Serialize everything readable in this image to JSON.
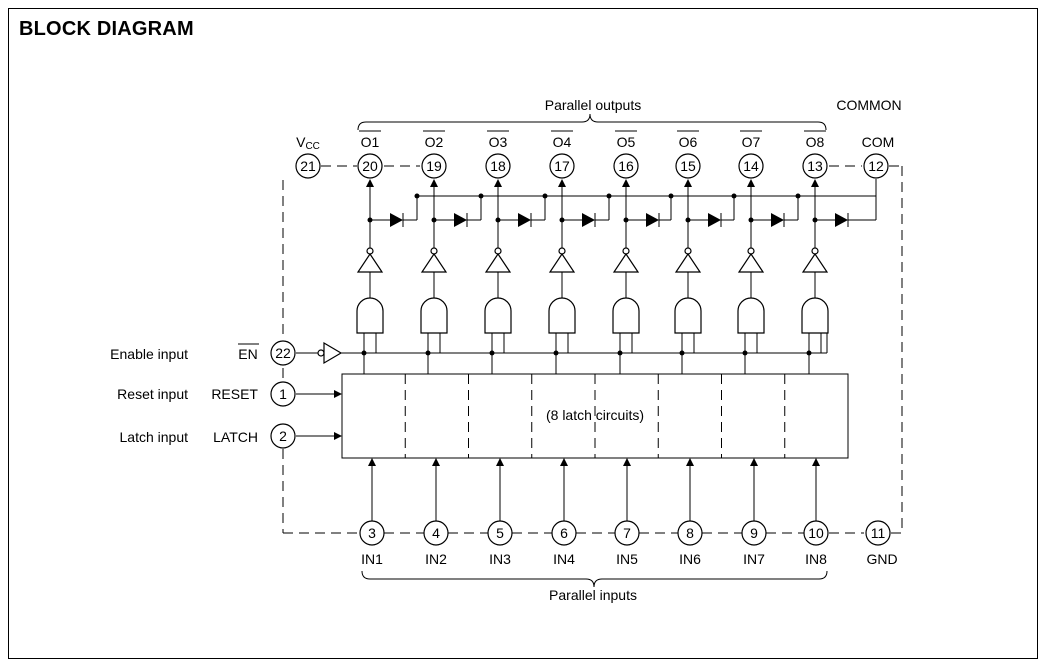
{
  "title": "BLOCK DIAGRAM",
  "group_labels": {
    "parallel_outputs": "Parallel outputs",
    "parallel_inputs": "Parallel inputs",
    "common": "COMMON",
    "latch_block": "(8 latch circuits)"
  },
  "control_inputs": [
    {
      "description": "Enable input",
      "signal": "EN",
      "pin": "22",
      "active_low": true
    },
    {
      "description": "Reset input",
      "signal": "RESET",
      "pin": "1",
      "active_low": false
    },
    {
      "description": "Latch input",
      "signal": "LATCH",
      "pin": "2",
      "active_low": false
    }
  ],
  "outputs": [
    {
      "label": "O1",
      "pin": "20"
    },
    {
      "label": "O2",
      "pin": "19"
    },
    {
      "label": "O3",
      "pin": "18"
    },
    {
      "label": "O4",
      "pin": "17"
    },
    {
      "label": "O5",
      "pin": "16"
    },
    {
      "label": "O6",
      "pin": "15"
    },
    {
      "label": "O7",
      "pin": "14"
    },
    {
      "label": "O8",
      "pin": "13"
    }
  ],
  "inputs": [
    {
      "label": "IN1",
      "pin": "3"
    },
    {
      "label": "IN2",
      "pin": "4"
    },
    {
      "label": "IN3",
      "pin": "5"
    },
    {
      "label": "IN4",
      "pin": "6"
    },
    {
      "label": "IN5",
      "pin": "7"
    },
    {
      "label": "IN6",
      "pin": "8"
    },
    {
      "label": "IN7",
      "pin": "9"
    },
    {
      "label": "IN8",
      "pin": "10"
    }
  ],
  "vcc": {
    "label": "V",
    "subscript": "CC",
    "pin": "21"
  },
  "com": {
    "label": "COM",
    "pin": "12"
  },
  "gnd": {
    "label": "GND",
    "pin": "11"
  }
}
